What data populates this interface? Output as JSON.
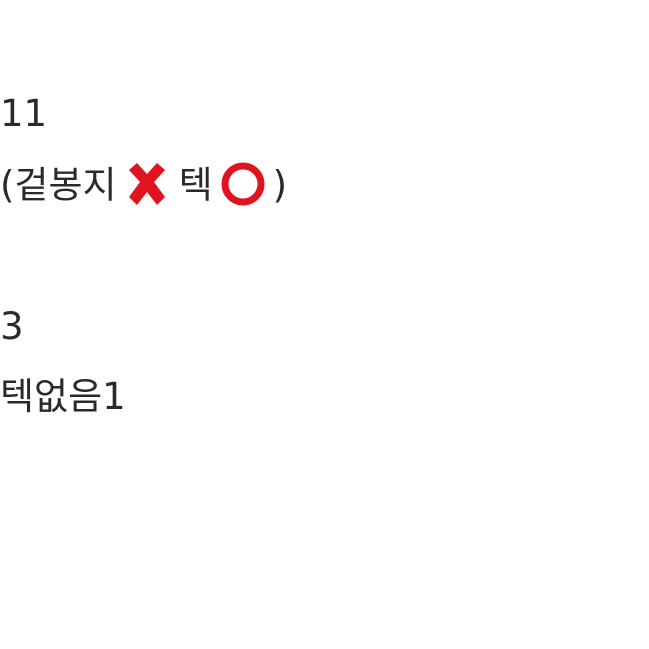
{
  "lines": {
    "l1": "11",
    "l2_open": "(겉봉지",
    "l2_mid": "텍",
    "l2_close": ")",
    "l3": "3",
    "l4": "텍없음1"
  },
  "icons": {
    "x": "cross-mark-icon",
    "o": "hollow-red-circle-icon"
  },
  "colors": {
    "text": "#2a2a2a",
    "accent_red": "#e0141e"
  }
}
